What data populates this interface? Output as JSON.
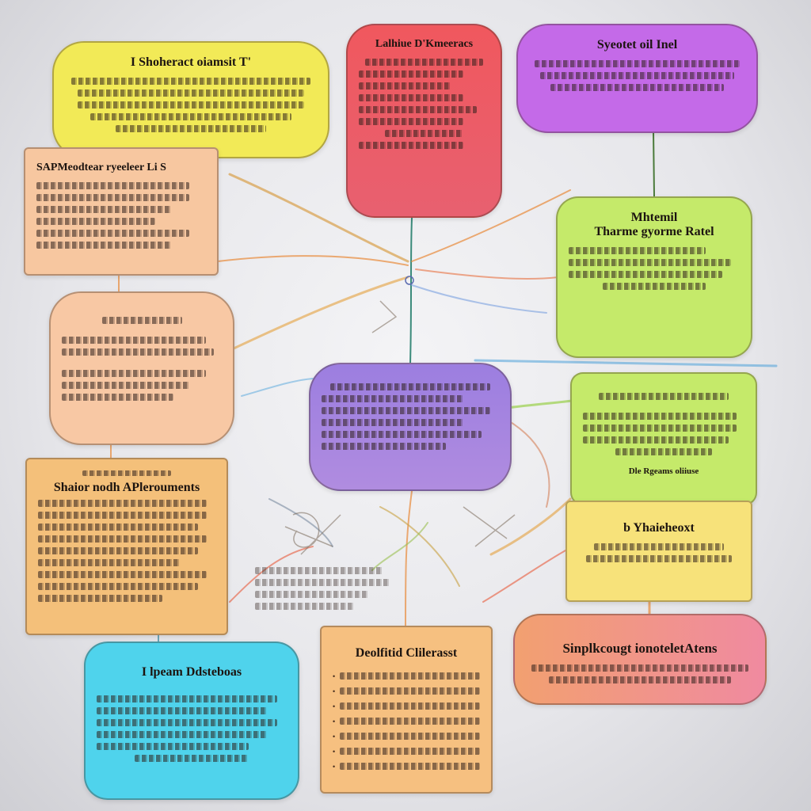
{
  "colors": {
    "yellow": "#f2ea57",
    "red": "#ee5a6a",
    "magenta": "#c46ae8",
    "peach": "#f7c7a0",
    "green": "#c5ea6a",
    "purple": "#a584dc",
    "orange": "#f4c07a",
    "cyan": "#4fd3ec",
    "coral": "#f29a78"
  },
  "cards": {
    "yellow_top": {
      "title": "I Shoheract oiamsit T'"
    },
    "red_top": {
      "title": "Lalhiue D'Kmeeracs"
    },
    "magenta_top": {
      "title": "Syeotet oil Inel"
    },
    "peach_left": {
      "title": "SAPMeodtear ryeeleer Li S"
    },
    "green_right": {
      "title": "Mhtemil",
      "subtitle": "Tharme gyorme Ratel"
    },
    "purple_center": {
      "title": ""
    },
    "green_right_lower": {
      "title": "Dle Rgeams oliiuse"
    },
    "orange_left": {
      "title": "Shaior nodh APlerouments"
    },
    "yellow_right_lower": {
      "title": "b Yhaieheoxt"
    },
    "orange_bottom": {
      "title": "Deolfitid Clilerasst"
    },
    "cyan_bottom": {
      "title": "I lpeam Ddsteboas"
    },
    "coral_bottom_right": {
      "title": "Sinplkcougt ionoteletAtens"
    }
  }
}
